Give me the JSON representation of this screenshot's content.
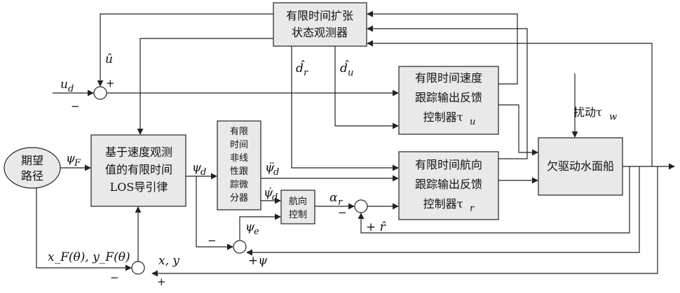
{
  "blocks": {
    "eso": [
      "有限时间扩张",
      "状态观测器"
    ],
    "speed_ctrl": [
      "有限时间速度",
      "跟踪输出反馈",
      "控制器τ"
    ],
    "speed_ctrl_sub": "u",
    "heading_ctrl": [
      "有限时间航向",
      "跟踪输出反馈",
      "控制器τ"
    ],
    "heading_ctrl_sub": "r",
    "los": [
      "基于速度观测",
      "值的有限时间",
      "LOS导引律"
    ],
    "diff": [
      "有限",
      "时间",
      "非线",
      "性跟",
      "踪微",
      "分器"
    ],
    "heading": [
      "航向",
      "控制"
    ],
    "vessel": "欠驱动水面船",
    "path": [
      "期望",
      "路径"
    ]
  },
  "labels": {
    "u_hat": "û",
    "u_d": "u",
    "u_d_sub": "d",
    "d_r": "d̂",
    "d_r_sub": "r",
    "d_u": "d̂",
    "d_u_sub": "u",
    "disturbance": "扰动τ",
    "disturbance_sub": "w",
    "psi_F": "ψ",
    "psi_F_sub": "F",
    "psi_d": "ψ",
    "psi_d_sub": "d",
    "psi_dd": "ψ̈",
    "psi_dd_sub": "d",
    "psi_dot": "ψ̇",
    "psi_dot_sub": "d",
    "alpha_r": "α",
    "alpha_r_sub": "r",
    "psi_e": "ψ",
    "psi_e_sub": "e",
    "plus_psi": "+ψ",
    "r_hat": "+ r̂",
    "xy_F": "x_F(θ), y_F(θ)",
    "xy": "x, y"
  },
  "signs": {
    "plus": "+",
    "minus": "−"
  }
}
